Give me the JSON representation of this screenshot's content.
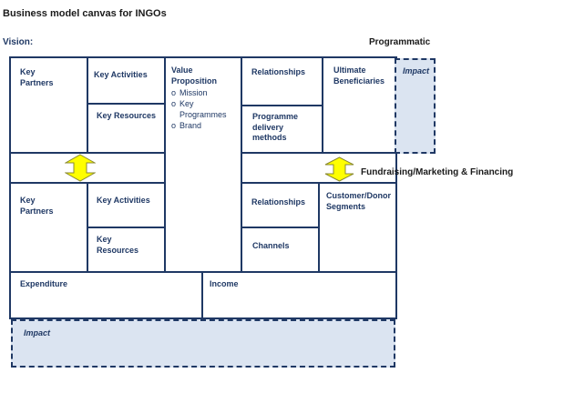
{
  "title": "Business model canvas for INGOs",
  "vision_label": "Vision:",
  "section_labels": {
    "programmatic": "Programmatic",
    "fundraising": "Fundraising/Marketing & Financing"
  },
  "programmatic": {
    "key_partners": "Key\nPartners",
    "key_activities": "Key Activities",
    "key_resources": "Key Resources",
    "value_proposition": {
      "title": "Value\nProposition",
      "items": [
        {
          "bullet": "o",
          "text": "Mission"
        },
        {
          "bullet": "o",
          "text": "Key\nProgrammes"
        },
        {
          "bullet": "o",
          "text": "Brand"
        }
      ]
    },
    "relationships": "Relationships",
    "delivery_methods": "Programme\ndelivery\nmethods",
    "beneficiaries": "Ultimate\nBeneficiaries",
    "impact": "Impact"
  },
  "fundraising": {
    "key_partners": "Key\nPartners",
    "key_activities": "Key Activities",
    "key_resources": "Key\nResources",
    "relationships": "Relationships",
    "channels": "Channels",
    "segments": "Customer/Donor\nSegments"
  },
  "financials": {
    "expenditure": "Expenditure",
    "income": "Income",
    "impact": "Impact"
  },
  "colors": {
    "border": "#1f3864",
    "impact_fill": "#dbe4f1",
    "arrow_fill": "#ffff00",
    "arrow_stroke": "#8a8a30"
  },
  "icons": [
    "double-arrow-icon",
    "double-arrow-icon"
  ]
}
